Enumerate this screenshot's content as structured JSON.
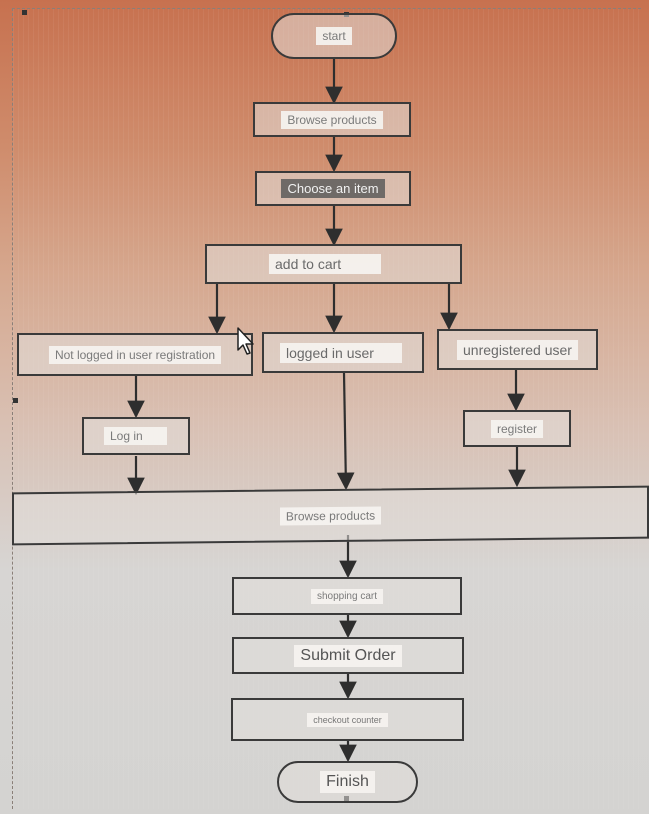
{
  "nodes": {
    "start": "start",
    "browse_products_1": "Browse products",
    "choose_item": "Choose an item",
    "add_to_cart": "add to cart",
    "not_logged_in": "Not logged in user registration",
    "logged_in": "logged in user",
    "unregistered": "unregistered user",
    "log_in": "Log in",
    "register": "register",
    "browse_products_2": "Browse products",
    "shopping_cart": "shopping cart",
    "submit_order": "Submit Order",
    "checkout_counter": "checkout counter",
    "finish": "Finish"
  },
  "edges": [
    [
      "start",
      "browse_products_1"
    ],
    [
      "browse_products_1",
      "choose_item"
    ],
    [
      "choose_item",
      "add_to_cart"
    ],
    [
      "add_to_cart",
      "not_logged_in"
    ],
    [
      "add_to_cart",
      "logged_in"
    ],
    [
      "add_to_cart",
      "unregistered"
    ],
    [
      "not_logged_in",
      "log_in"
    ],
    [
      "unregistered",
      "register"
    ],
    [
      "log_in",
      "browse_products_2"
    ],
    [
      "logged_in",
      "browse_products_2"
    ],
    [
      "register",
      "browse_products_2"
    ],
    [
      "browse_products_2",
      "shopping_cart"
    ],
    [
      "shopping_cart",
      "submit_order"
    ],
    [
      "submit_order",
      "checkout_counter"
    ],
    [
      "checkout_counter",
      "finish"
    ]
  ],
  "colors": {
    "line": "#2e2e2e",
    "border": "#3a3a3a"
  }
}
